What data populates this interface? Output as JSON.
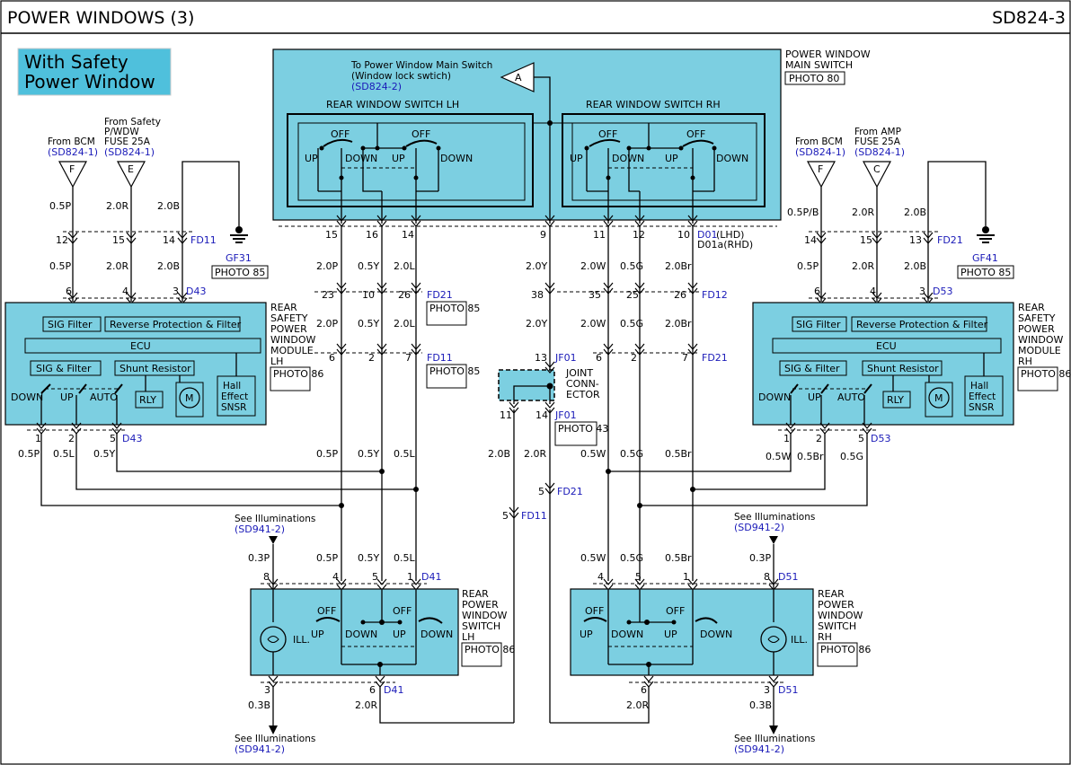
{
  "header": {
    "title": "POWER WINDOWS (3)",
    "code": "SD824-3"
  },
  "badge": {
    "line1": "With Safety",
    "line2": "Power Window",
    "color": "#4fc0dc"
  },
  "colors": {
    "module_fill": "#7ccfe1",
    "link": "#1a1ab8"
  },
  "main_switch": {
    "title_line1": "POWER WINDOW",
    "title_line2": "MAIN SWITCH",
    "photo": "PHOTO 80",
    "to_line1": "To Power Window Main Switch",
    "to_line2": "(Window lock swtich)",
    "to_ref": "(SD824-2)",
    "to_letter": "A",
    "lh_label": "REAR WINDOW SWITCH LH",
    "rh_label": "REAR WINDOW SWITCH RH",
    "sw": {
      "off": "OFF",
      "up": "UP",
      "down": "DOWN"
    },
    "pins": {
      "p15": "15",
      "p16": "16",
      "p14": "14",
      "p9": "9",
      "p11": "11",
      "p12": "12",
      "p10": "10"
    },
    "conn_lhd": "D01",
    "lhd": "(LHD)",
    "rhd": "D01a(RHD)"
  },
  "left": {
    "bcm_from": "From BCM",
    "bcm_ref": "(SD824-1)",
    "bcm_letter": "F",
    "fuse_l1": "From Safety",
    "fuse_l2": "P/WDW",
    "fuse_l3": "FUSE 25A",
    "fuse_ref": "(SD824-1)",
    "fuse_letter": "E",
    "w_05p": "0.5P",
    "w_20r": "2.0R",
    "w_20b": "2.0B",
    "c_12": "12",
    "c_15": "15",
    "c_14": "14",
    "fd11": "FD11",
    "gf": "GF31",
    "gf_photo": "PHOTO 85",
    "m_6": "6",
    "m_4": "4",
    "m_3": "3",
    "d43": "D43",
    "module": {
      "sig_filter": "SIG Filter",
      "rev": "Reverse Protection & Filter",
      "ecu": "ECU",
      "sig_and": "SIG & Filter",
      "shunt": "Shunt Resistor",
      "down": "DOWN",
      "up": "UP",
      "auto": "AUTO",
      "rly": "RLY",
      "motor": "M",
      "hall1": "Hall",
      "hall2": "Effect",
      "hall3": "SNSR"
    },
    "name1": "REAR",
    "name2": "SAFETY",
    "name3": "POWER",
    "name4": "WINDOW",
    "name5": "MODULE",
    "name6": "LH",
    "photo": "PHOTO 86",
    "b_1": "1",
    "b_2": "2",
    "b_5": "5",
    "bw_05p": "0.5P",
    "bw_05l": "0.5L",
    "bw_05y": "0.5Y"
  },
  "right": {
    "bcm_from": "From BCM",
    "bcm_ref": "(SD824-1)",
    "bcm_letter": "F",
    "fuse_l1": "From AMP",
    "fuse_l2": "FUSE 25A",
    "fuse_ref": "(SD824-1)",
    "fuse_letter": "C",
    "w_05pb": "0.5P/B",
    "w_05p": "0.5P",
    "w_20r": "2.0R",
    "w_20b": "2.0B",
    "c_14": "14",
    "c_15": "15",
    "c_13": "13",
    "fd21": "FD21",
    "gf": "GF41",
    "gf_photo": "PHOTO 85",
    "m_6": "6",
    "m_4": "4",
    "m_3": "3",
    "d53": "D53",
    "name1": "REAR",
    "name2": "SAFETY",
    "name3": "POWER",
    "name4": "WINDOW",
    "name5": "MODULE",
    "name6": "RH",
    "photo": "PHOTO 86",
    "b_1": "1",
    "b_2": "2",
    "b_5": "5",
    "bw_05w": "0.5W",
    "bw_05br": "0.5Br",
    "bw_05g": "0.5G"
  },
  "center": {
    "w_20p": "2.0P",
    "w_05y": "0.5Y",
    "w_20l": "2.0L",
    "w_20y": "2.0Y",
    "w_20w": "2.0W",
    "w_05g": "0.5G",
    "w_20br": "2.0Br",
    "fd21_23": "23",
    "fd21_10": "10",
    "fd21_26": "26",
    "fd21": "FD21",
    "photo85": "PHOTO 85",
    "fd12_38": "38",
    "fd12_35": "35",
    "fd12_25": "25",
    "fd12_26": "26",
    "fd12": "FD12",
    "fd11_6": "6",
    "fd11_2": "2",
    "fd11_7": "7",
    "fd11": "FD11",
    "fd21r_6": "6",
    "fd21r_2": "2",
    "fd21r_7": "7",
    "jf13": "13",
    "jf01": "JF01",
    "joint1": "JOINT",
    "joint2": "CONN-",
    "joint3": "ECTOR",
    "jf11": "11",
    "jf14": "14",
    "jphoto": "PHOTO 43",
    "w_20b": "2.0B",
    "w_20r": "2.0R",
    "w_05p": "0.5P",
    "w_05l": "0.5L",
    "w_05w": "0.5W",
    "w_05br": "0.5Br",
    "fd21_5": "5",
    "fd11_5": "5"
  },
  "lh_switch": {
    "illum_top": "See Illuminations",
    "illum_ref": "(SD941-2)",
    "w_03p": "0.3P",
    "w_05p": "0.5P",
    "w_05y": "0.5Y",
    "w_05l": "0.5L",
    "p8": "8",
    "p4": "4",
    "p5": "5",
    "p1": "1",
    "d41": "D41",
    "ill": "ILL.",
    "name1": "REAR",
    "name2": "POWER",
    "name3": "WINDOW",
    "name4": "SWITCH",
    "name5": "LH",
    "photo": "PHOTO 86",
    "p3": "3",
    "p6": "6",
    "w_03b": "0.3B",
    "w_20r": "2.0R"
  },
  "rh_switch": {
    "illum_top": "See Illuminations",
    "illum_ref": "(SD941-2)",
    "w_03p": "0.3P",
    "w_05w": "0.5W",
    "w_05g": "0.5G",
    "w_05br": "0.5Br",
    "p4": "4",
    "p5": "5",
    "p1": "1",
    "p8": "8",
    "d51": "D51",
    "ill": "ILL.",
    "name1": "REAR",
    "name2": "POWER",
    "name3": "WINDOW",
    "name4": "SWITCH",
    "name5": "RH",
    "photo": "PHOTO 86",
    "p6": "6",
    "p3": "3",
    "w_20r": "2.0R",
    "w_03b": "0.3B"
  }
}
